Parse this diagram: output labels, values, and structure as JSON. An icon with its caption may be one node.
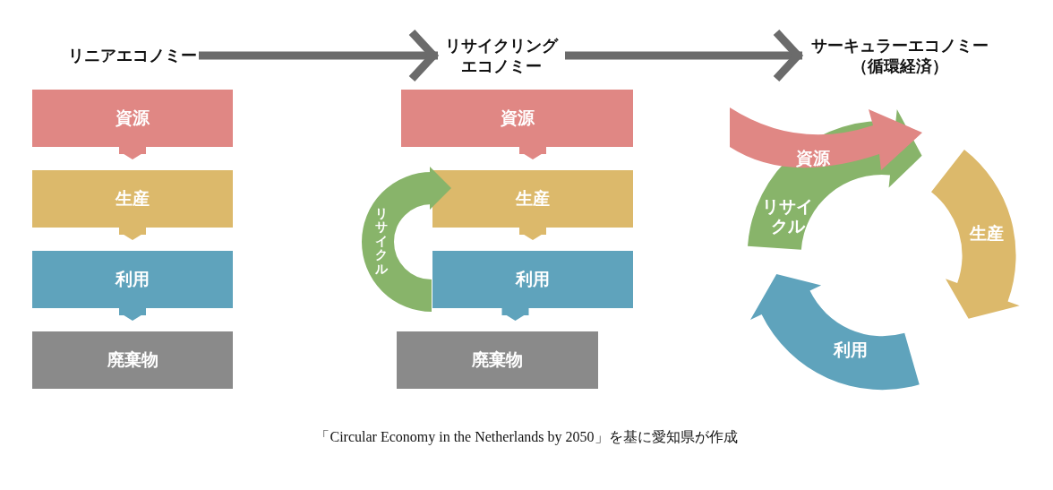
{
  "diagram": {
    "caption": "「Circular Economy in the Netherlands by 2050」を基に愛知県が作成",
    "nodes": [
      {
        "text": [
          "リニアエコノミー"
        ]
      },
      {
        "text": [
          "資源"
        ]
      },
      {
        "text": [
          "生産"
        ]
      },
      {
        "text": [
          "利用"
        ]
      },
      {
        "text": [
          "廃棄物"
        ]
      },
      {
        "text": [
          "リサイクリングエコノミー"
        ]
      },
      {
        "text": [
          "資源"
        ]
      },
      {
        "text": [
          "生産"
        ]
      },
      {
        "text": [
          "利用"
        ]
      },
      {
        "text": [
          "廃棄物"
        ]
      },
      {
        "text": [
          "リサイクル"
        ]
      },
      {
        "text": [
          "サーキュラーエコノミー（循環経済）"
        ]
      },
      {
        "text": [
          "資源"
        ]
      },
      {
        "text": [
          "生産"
        ]
      },
      {
        "text": [
          "利用"
        ]
      },
      {
        "text": [
          "リサイクル"
        ]
      }
    ],
    "edges": [
      {
        "from": 0,
        "to": 5,
        "arrow": "to"
      },
      {
        "from": 5,
        "to": 11,
        "arrow": "to"
      },
      {
        "from": 1,
        "to": 2,
        "arrow": "to",
        "color": "#e08784"
      },
      {
        "from": 2,
        "to": 3,
        "arrow": "to",
        "color": "#dcb96b"
      },
      {
        "from": 3,
        "to": 4,
        "arrow": "to",
        "color": "#5fa3bc"
      },
      {
        "from": 6,
        "to": 7,
        "arrow": "to",
        "color": "#e08784"
      },
      {
        "from": 7,
        "to": 8,
        "arrow": "to",
        "color": "#dcb96b"
      },
      {
        "from": 8,
        "to": 9,
        "arrow": "to",
        "color": "#5fa3bc"
      }
    ]
  }
}
